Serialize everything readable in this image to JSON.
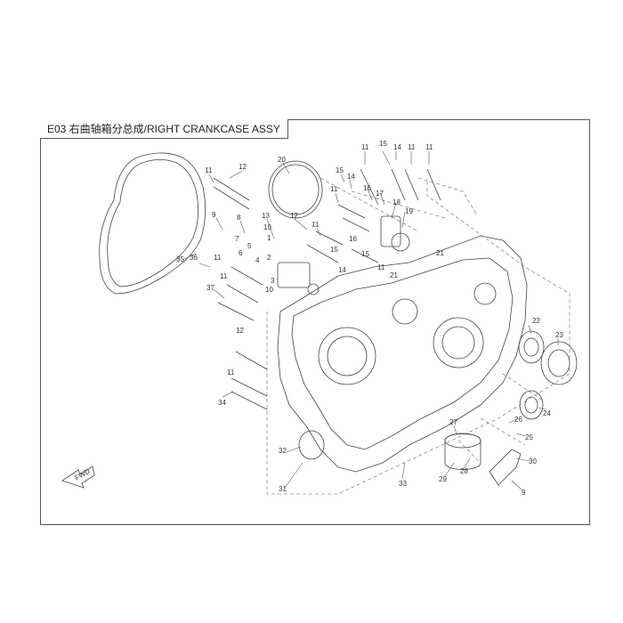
{
  "title": "E03 右曲轴箱分总成/RIGHT CRANKCASE ASSY",
  "fwd_label": "FWD",
  "callouts": [
    {
      "id": "c20",
      "label": "20"
    },
    {
      "id": "c12a",
      "label": "12"
    },
    {
      "id": "c11a",
      "label": "11"
    },
    {
      "id": "c11b",
      "label": "11"
    },
    {
      "id": "c15a",
      "label": "15"
    },
    {
      "id": "c14a",
      "label": "14"
    },
    {
      "id": "c11c",
      "label": "11"
    },
    {
      "id": "c11d",
      "label": "11"
    },
    {
      "id": "c15b",
      "label": "15"
    },
    {
      "id": "c14b",
      "label": "14"
    },
    {
      "id": "c11e",
      "label": "11"
    },
    {
      "id": "c16",
      "label": "16"
    },
    {
      "id": "c17",
      "label": "17"
    },
    {
      "id": "c18",
      "label": "18"
    },
    {
      "id": "c19",
      "label": "19"
    },
    {
      "id": "c9a",
      "label": "9"
    },
    {
      "id": "c8",
      "label": "8"
    },
    {
      "id": "c13",
      "label": "13"
    },
    {
      "id": "c12b",
      "label": "12"
    },
    {
      "id": "c11f",
      "label": "11"
    },
    {
      "id": "c7",
      "label": "7"
    },
    {
      "id": "c6",
      "label": "6"
    },
    {
      "id": "c4",
      "label": "4"
    },
    {
      "id": "c5",
      "label": "5"
    },
    {
      "id": "c10a",
      "label": "10"
    },
    {
      "id": "c10b",
      "label": "10"
    },
    {
      "id": "c1",
      "label": "1"
    },
    {
      "id": "c2",
      "label": "2"
    },
    {
      "id": "c3",
      "label": "3"
    },
    {
      "id": "c35",
      "label": "35"
    },
    {
      "id": "c36",
      "label": "36"
    },
    {
      "id": "c11g",
      "label": "11"
    },
    {
      "id": "c37",
      "label": "37"
    },
    {
      "id": "c11h",
      "label": "11"
    },
    {
      "id": "c15c",
      "label": "15"
    },
    {
      "id": "c16b",
      "label": "16"
    },
    {
      "id": "c14c",
      "label": "14"
    },
    {
      "id": "c15d",
      "label": "15"
    },
    {
      "id": "c21a",
      "label": "21"
    },
    {
      "id": "c21b",
      "label": "21"
    },
    {
      "id": "c11i",
      "label": "11"
    },
    {
      "id": "c12c",
      "label": "12"
    },
    {
      "id": "c11j",
      "label": "11"
    },
    {
      "id": "c34",
      "label": "34"
    },
    {
      "id": "c22",
      "label": "22"
    },
    {
      "id": "c23",
      "label": "23"
    },
    {
      "id": "c24",
      "label": "24"
    },
    {
      "id": "c26",
      "label": "26"
    },
    {
      "id": "c25",
      "label": "25"
    },
    {
      "id": "c27",
      "label": "27"
    },
    {
      "id": "c30",
      "label": "30"
    },
    {
      "id": "c32",
      "label": "32"
    },
    {
      "id": "c29",
      "label": "29"
    },
    {
      "id": "c28",
      "label": "28"
    },
    {
      "id": "c33",
      "label": "33"
    },
    {
      "id": "c9b",
      "label": "9"
    },
    {
      "id": "c31",
      "label": "31"
    }
  ]
}
